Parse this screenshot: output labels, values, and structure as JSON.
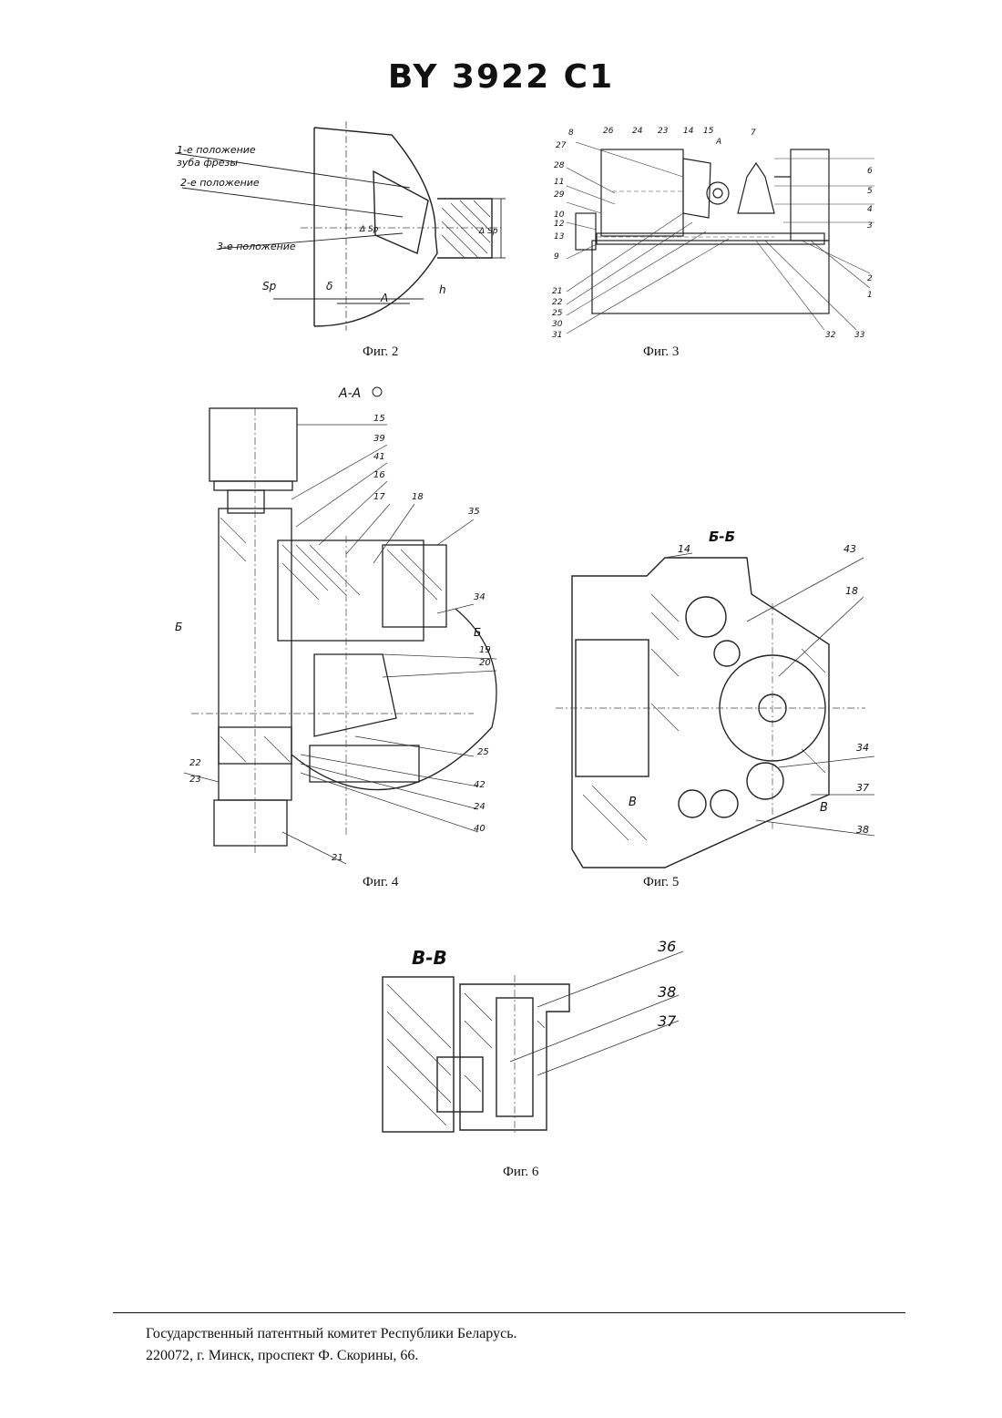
{
  "header": {
    "title": "BY 3922 C1"
  },
  "figures": [
    {
      "id": "fig2",
      "caption": "Фиг. 2",
      "labels": [
        "1-е положение",
        "зуба фрезы",
        "2-е положение",
        "3-е положение",
        "Δ Sp",
        "Sp",
        "δ",
        "A",
        "h",
        "Δ Sp"
      ]
    },
    {
      "id": "fig3",
      "caption": "Фиг. 3",
      "labels": [
        "8",
        "26",
        "24",
        "23",
        "14",
        "15",
        "A",
        "7",
        "27",
        "28",
        "11",
        "29",
        "10",
        "12",
        "13",
        "9",
        "21",
        "22",
        "25",
        "30",
        "31",
        "6",
        "5",
        "4",
        "3",
        "2",
        "1",
        "32",
        "33"
      ]
    },
    {
      "id": "fig4",
      "caption": "Фиг. 4",
      "section": "А-А",
      "labels": [
        "15",
        "39",
        "41",
        "16",
        "17",
        "18",
        "35",
        "34",
        "Б",
        "Б",
        "19",
        "20",
        "25",
        "42",
        "24",
        "40",
        "22",
        "23",
        "21"
      ]
    },
    {
      "id": "fig5",
      "caption": "Фиг. 5",
      "section": "Б-Б",
      "labels": [
        "14",
        "43",
        "18",
        "34",
        "37",
        "38",
        "В",
        "В"
      ]
    },
    {
      "id": "fig6",
      "caption": "Фиг. 6",
      "section": "В-В",
      "labels": [
        "36",
        "38",
        "37"
      ]
    }
  ],
  "footer": {
    "line1": "Государственный патентный комитет Республики Беларусь.",
    "line2": "220072, г. Минск, проспект Ф. Скорины, 66."
  }
}
